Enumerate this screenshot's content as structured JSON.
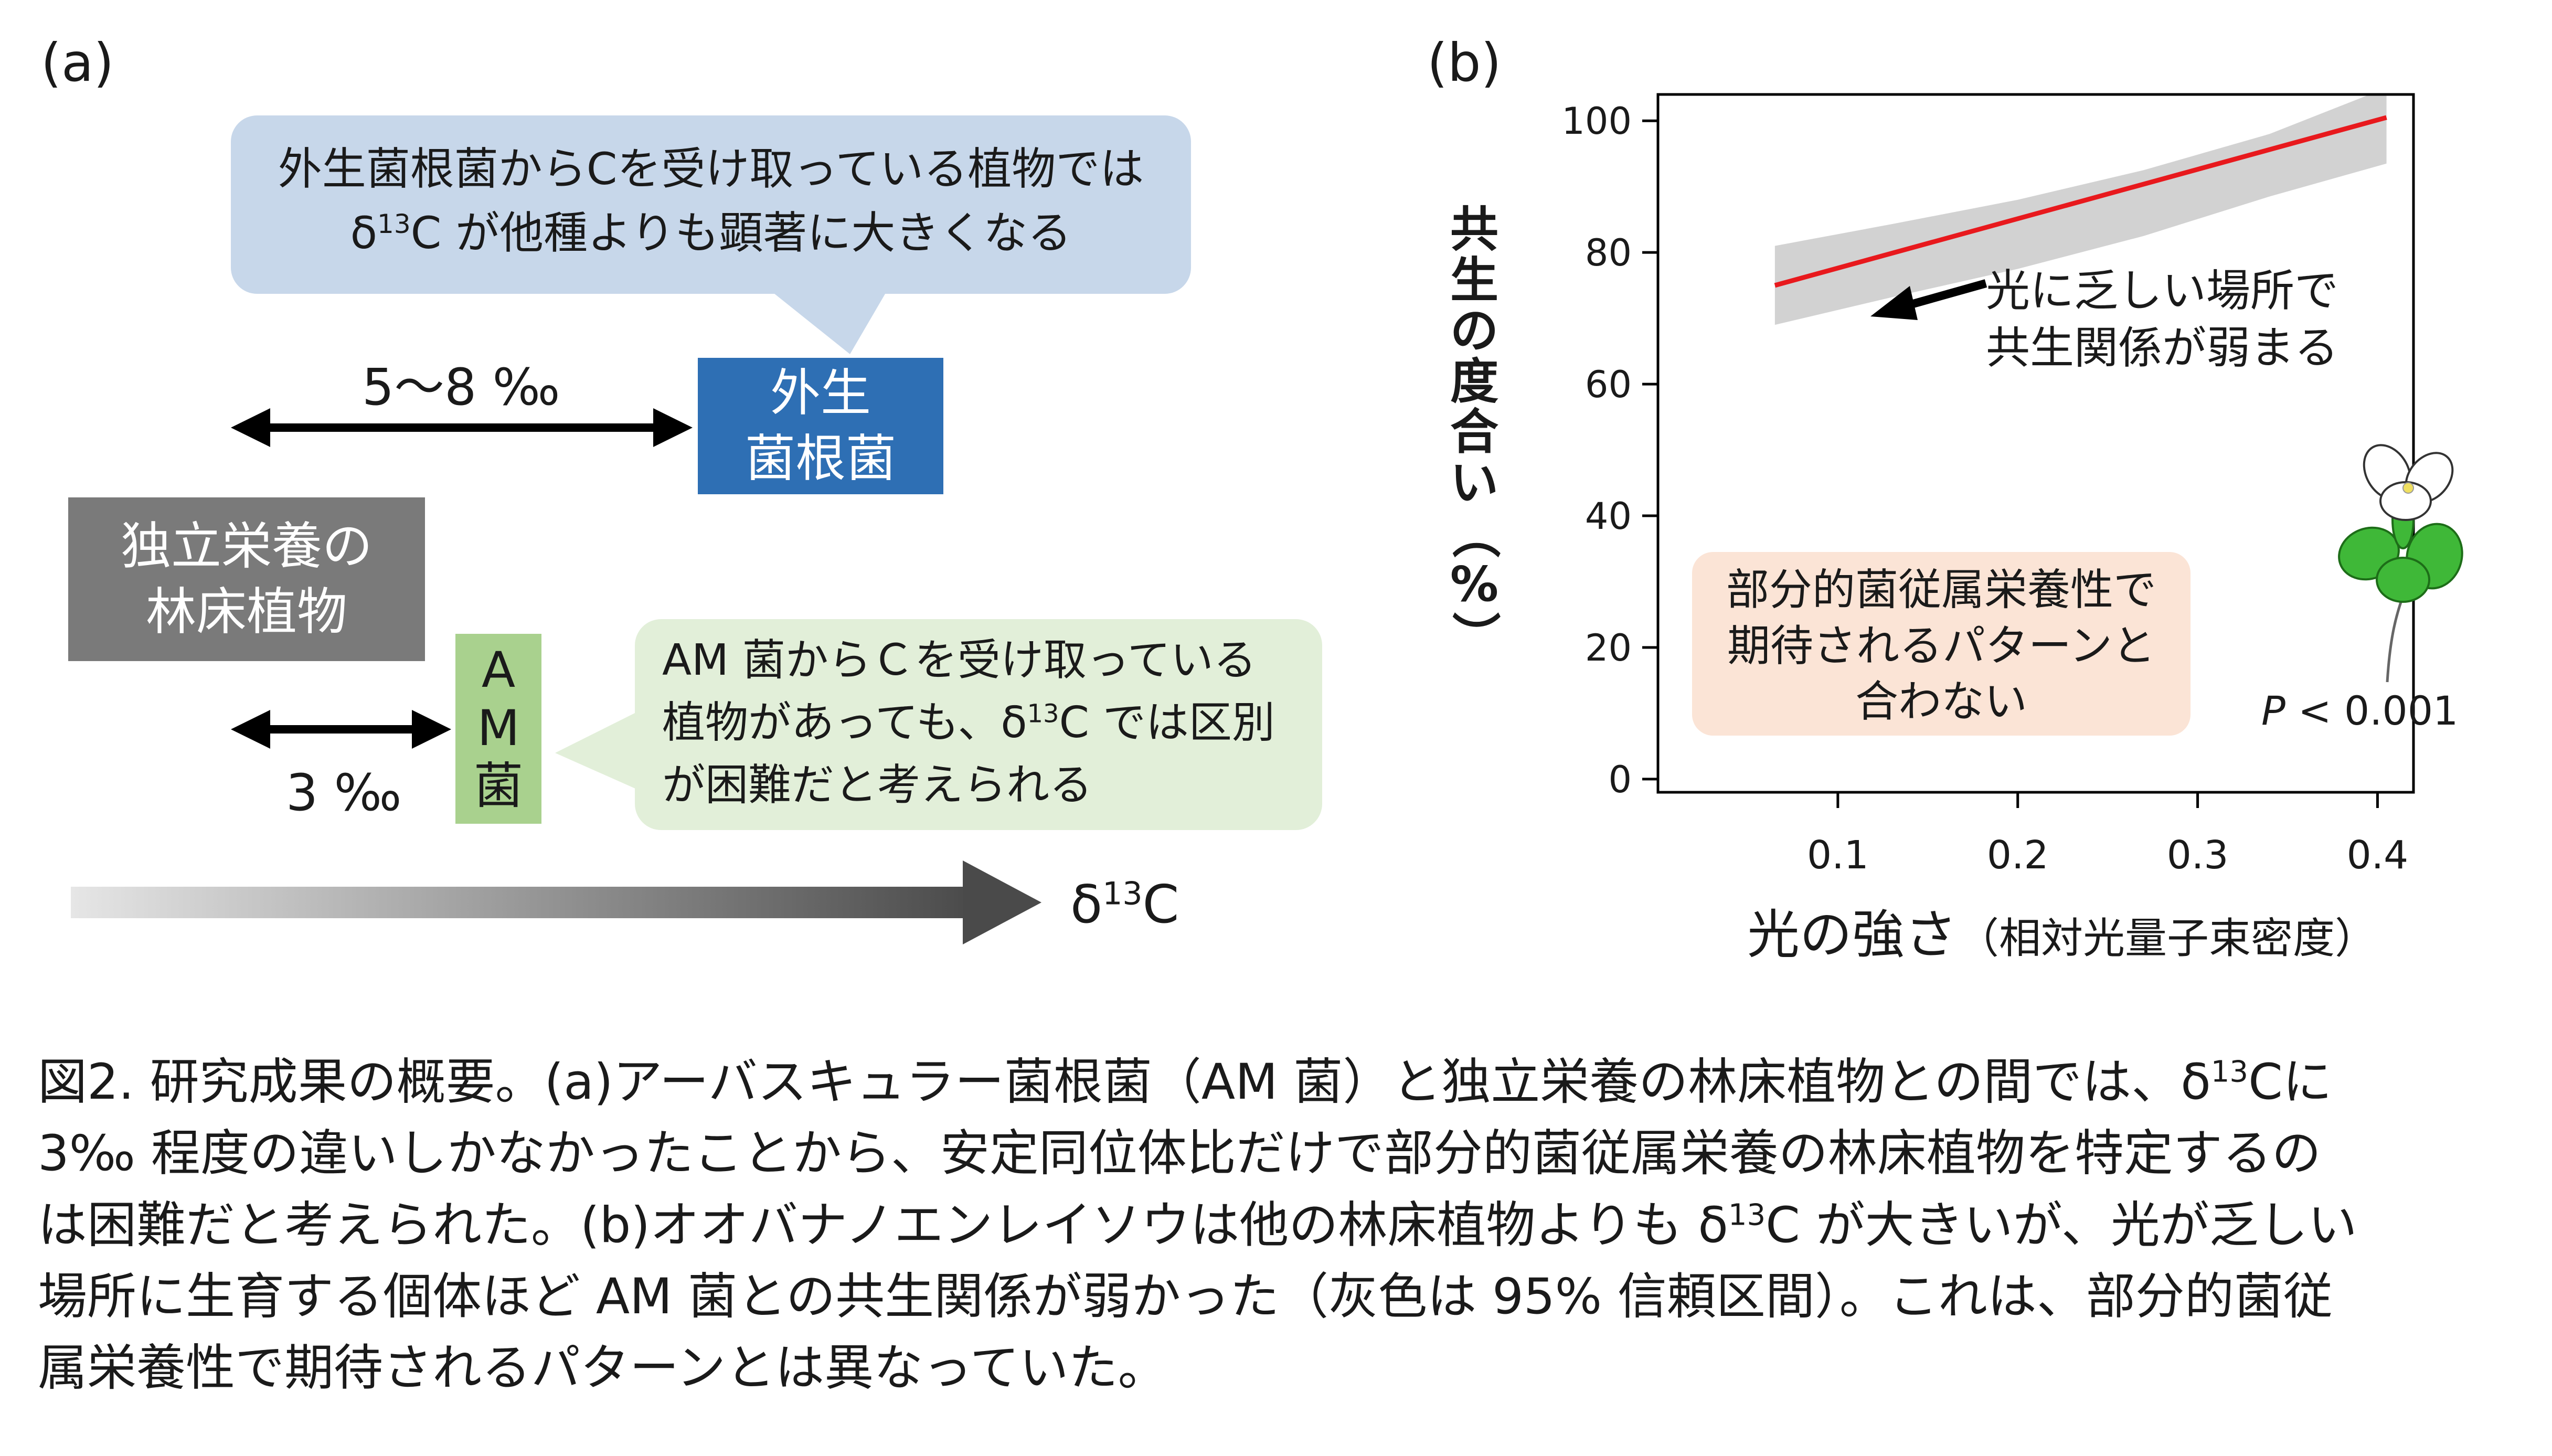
{
  "panel_a": {
    "label": "(a)",
    "ecm_bubble": {
      "line1": "外生菌根菌からCを受け取っている植物では",
      "line2_pre": "δ",
      "line2_sup": "13",
      "line2_post": "C が他種よりも顕著に大きくなる",
      "color": "#c7d7ea"
    },
    "range_ecm": "5〜8 ‰",
    "ecm_box": {
      "line1": "外生",
      "line2": "菌根菌",
      "color": "#2e6fb4"
    },
    "independent_box": {
      "line1": "独立栄養の",
      "line2": "林床植物",
      "color": "#7a7a7a"
    },
    "am_box": {
      "line1": "A",
      "line2": "M",
      "line3": "菌",
      "color": "#a9d18e"
    },
    "range_am": "3 ‰",
    "am_bubble": {
      "line1": "AM 菌からＣを受け取っている",
      "line2_pre": "植物があっても、δ",
      "line2_sup": "13",
      "line2_post": "C では区別",
      "line3": "が困難だと考えられる",
      "color": "#e2efd9"
    },
    "axis_pre": "δ",
    "axis_sup": "13",
    "axis_post": "C"
  },
  "panel_b": {
    "label": "(b)",
    "ylabel_chars": [
      "共",
      "生",
      "の",
      "度",
      "合",
      "い",
      "（",
      "%",
      "）"
    ],
    "xlabel_main": "光の強さ",
    "xlabel_sub": "（相対光量子束密度）",
    "annotation_line1": "光に乏しい場所で",
    "annotation_line2": "共生関係が弱まる",
    "pink_box": {
      "line1": "部分的菌従属栄養性で",
      "line2": "期待されるパターンと",
      "line3": "合わない",
      "color": "#fbe4d6"
    },
    "p_italic": "P",
    "p_rest": " < 0.001"
  },
  "chart_data": {
    "type": "line",
    "xlabel": "光の強さ（相対光量子束密度）",
    "ylabel": "共生の度合い（%）",
    "xlim": [
      0.0,
      0.42
    ],
    "ylim": [
      -2,
      104
    ],
    "xticks": [
      0.1,
      0.2,
      0.3,
      0.4
    ],
    "xtick_labels": [
      "0.1",
      "0.2",
      "0.3",
      "0.4"
    ],
    "yticks": [
      0,
      20,
      40,
      60,
      80,
      100
    ],
    "ytick_labels": [
      "0",
      "20",
      "40",
      "60",
      "80",
      "100"
    ],
    "series": [
      {
        "x": [
          0.065,
          0.405
        ],
        "y": [
          75,
          100.5
        ],
        "color": "#e8191d"
      }
    ],
    "confidence_band": {
      "color": "#d2d2d2",
      "x": [
        0.065,
        0.13,
        0.2,
        0.27,
        0.34,
        0.405
      ],
      "upper": [
        81,
        84.3,
        88,
        92.5,
        98,
        105
      ],
      "lower": [
        69,
        73.2,
        77.5,
        82.5,
        88.5,
        93.5
      ]
    },
    "grid": false
  },
  "caption": {
    "line1_pre": "図2. 研究成果の概要。(a)アーバスキュラー菌根菌（AM 菌）と独立栄養の林床植物との間では、δ",
    "line1_sup": "13",
    "line1_post": "Cに",
    "line2": "3‰ 程度の違いしかなかったことから、安定同位体比だけで部分的菌従属栄養の林床植物を特定するの",
    "line3_pre": "は困難だと考えられた。(b)オオバナノエンレイソウは他の林床植物よりも δ",
    "line3_sup": "13",
    "line3_post": "C が大きいが、光が乏しい",
    "line4": "場所に生育する個体ほど AM 菌との共生関係が弱かった（灰色は 95% 信頼区間）。これは、部分的菌従",
    "line5": "属栄養性で期待されるパターンとは異なっていた。"
  }
}
